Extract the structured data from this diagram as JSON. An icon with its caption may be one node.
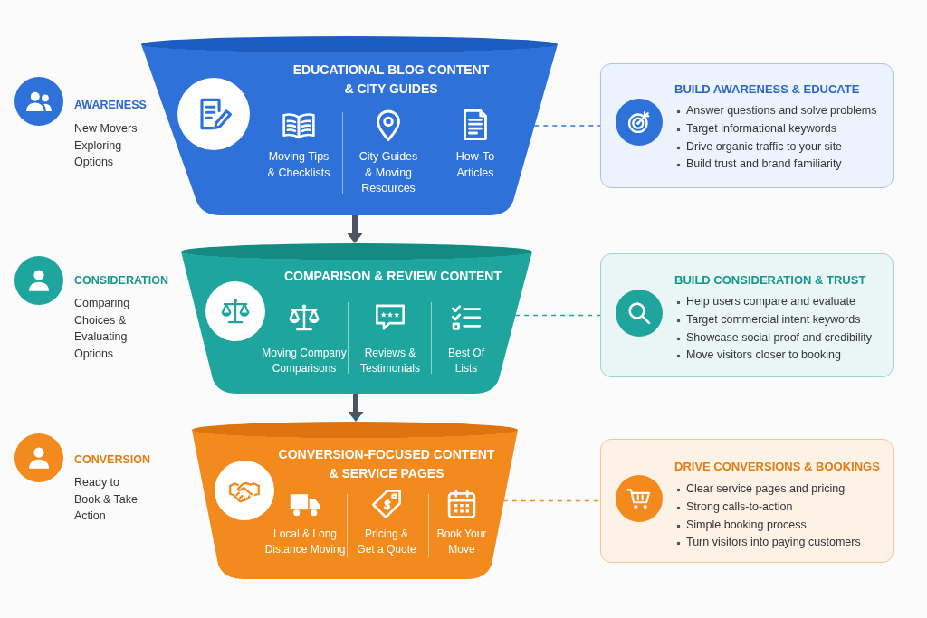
{
  "diagram": {
    "nodes": [
      {
        "text": [
          "EDUCATIONAL BLOG CONTENT & CITY GUIDES",
          "Moving Tips & Checklists",
          "City Guides & Moving Resources",
          "How-To Articles"
        ],
        "beside": [
          "AWARENESS",
          "New Movers Exploring Options"
        ]
      },
      {
        "text": [
          "BUILD AWARENESS & EDUCATE",
          "Answer questions and solve problems",
          "Target informational keywords",
          "Drive organic traffic to your site",
          "Build trust and brand familiarity"
        ]
      },
      {
        "text": [
          "COMPARISON & REVIEW CONTENT",
          "Moving Company Comparisons",
          "Reviews & Testimonials",
          "Best Of Lists"
        ],
        "beside": [
          "CONSIDERATION",
          "Comparing Choices & Evaluating Options"
        ]
      },
      {
        "text": [
          "BUILD CONSIDERATION & TRUST",
          "Help users compare and evaluate",
          "Target commercial intent keywords",
          "Showcase social proof and credibility",
          "Move visitors closer to booking"
        ]
      },
      {
        "text": [
          "CONVERSION-FOCUSED CONTENT & SERVICE PAGES",
          "Local & Long Distance Moving",
          "Pricing & Get a Quote",
          "Book Your Move"
        ],
        "beside": [
          "CONVERSION",
          "Ready to Book & Take Action"
        ]
      },
      {
        "text": [
          "DRIVE CONVERSIONS & BOOKINGS",
          "Clear service pages and pricing",
          "Strong calls-to-action",
          "Simple booking process",
          "Turn visitors into paying customers"
        ]
      }
    ],
    "edges": [
      {
        "from": 0,
        "to": 1,
        "arrow": "none",
        "style": "dashed",
        "color": "#2e71d8"
      },
      {
        "from": 0,
        "to": 2,
        "arrow": "to",
        "style": "thick",
        "color": "#4a5561"
      },
      {
        "from": 2,
        "to": 3,
        "arrow": "none",
        "style": "dashed",
        "color": "#1ea69e"
      },
      {
        "from": 2,
        "to": 4,
        "arrow": "to",
        "style": "thick",
        "color": "#4a5561"
      },
      {
        "from": 4,
        "to": 5,
        "arrow": "none",
        "style": "dashed",
        "color": "#f28a1d"
      }
    ]
  }
}
